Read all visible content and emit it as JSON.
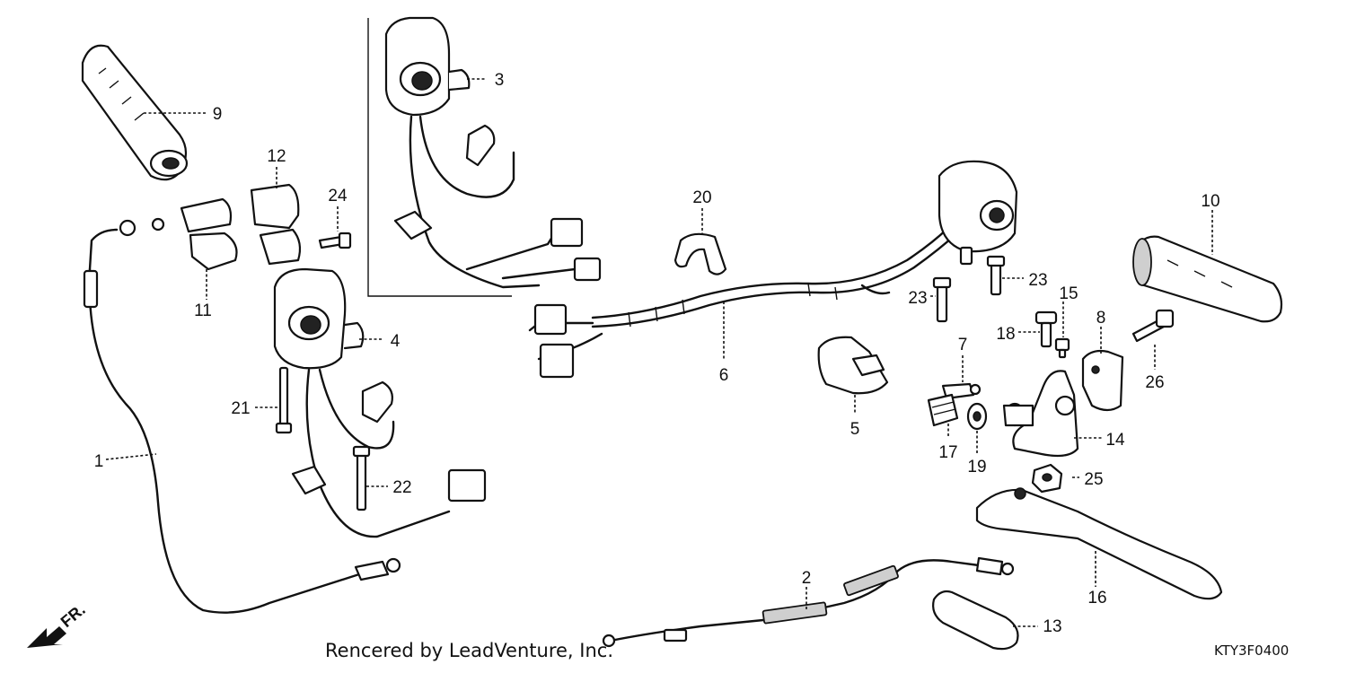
{
  "callouts": {
    "c1": "1",
    "c2": "2",
    "c3": "3",
    "c4": "4",
    "c5": "5",
    "c6": "6",
    "c7": "7",
    "c8": "8",
    "c9": "9",
    "c10": "10",
    "c11": "11",
    "c12": "12",
    "c13": "13",
    "c14": "14",
    "c15": "15",
    "c16": "16",
    "c17": "17",
    "c18": "18",
    "c19": "19",
    "c20": "20",
    "c21": "21",
    "c22": "22",
    "c23a": "23",
    "c23b": "23",
    "c24": "24",
    "c25": "25",
    "c26": "26"
  },
  "front_marker": "FR.",
  "credit": "Rencered by LeadVenture, Inc.",
  "diagram_code": "KTY3F0400"
}
